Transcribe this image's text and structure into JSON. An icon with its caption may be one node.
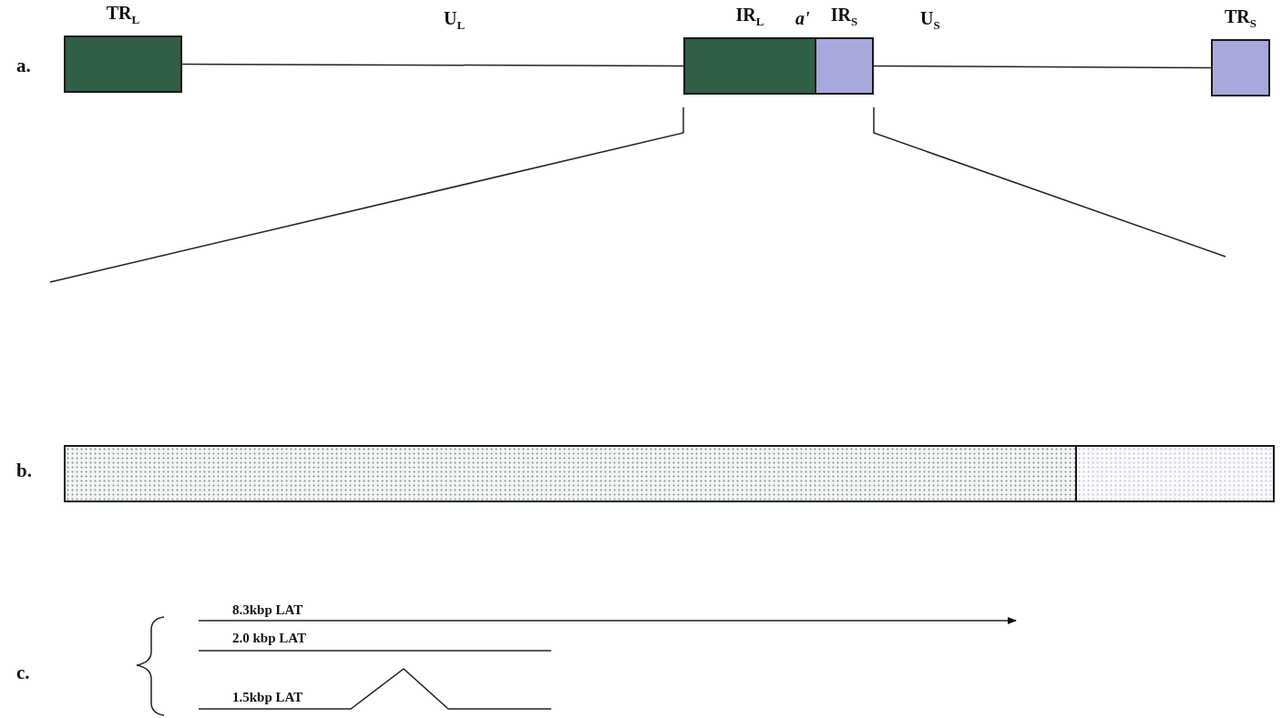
{
  "diagram": {
    "nodes": [
      {
        "text": [
          "TR$_{L}$"
        ]
      },
      {
        "text": [
          "IR$_{L}$"
        ]
      },
      {
        "text": [
          "IR$_{S}$"
        ]
      },
      {
        "text": [
          "TR$_{S}$"
        ]
      },
      {
        "text": [],
        "shape": "box"
      },
      {
        "text": [],
        "shape": "box"
      }
    ],
    "edges": [
      {
        "from": 0,
        "to": 1,
        "arrow": "none"
      },
      {
        "from": 2,
        "to": 3,
        "arrow": "none"
      }
    ],
    "labels": [
      "a.",
      "U$_{L}$",
      "a'",
      "U$_{S}$",
      "b.",
      "c.",
      "8.3kbp LAT",
      "2.0 kbp LAT",
      "1.5kbp LAT"
    ]
  }
}
